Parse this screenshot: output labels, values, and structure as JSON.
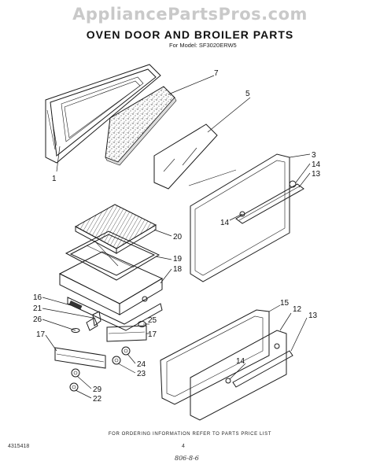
{
  "watermark": "AppliancePartsPros.com",
  "title": "OVEN DOOR AND BROILER PARTS",
  "subtitle": "For Model: SF3020ERW5",
  "footer_note": "FOR ORDERING INFORMATION REFER TO PARTS PRICE LIST",
  "doc_code": "4315418",
  "page_number": "4",
  "handwritten_mark": "806-8-6",
  "callouts": {
    "c1": "1",
    "c7": "7",
    "c5": "5",
    "c3": "3",
    "c14a": "14",
    "c13a": "13",
    "c14b": "14",
    "c20": "20",
    "c19": "19",
    "c18": "18",
    "c16": "16",
    "c21": "21",
    "c26": "26",
    "c25": "25",
    "c17a": "17",
    "c17b": "17",
    "c24": "24",
    "c23": "23",
    "c29": "29",
    "c22": "22",
    "c15": "15",
    "c12": "12",
    "c13b": "13",
    "c14c": "14"
  }
}
